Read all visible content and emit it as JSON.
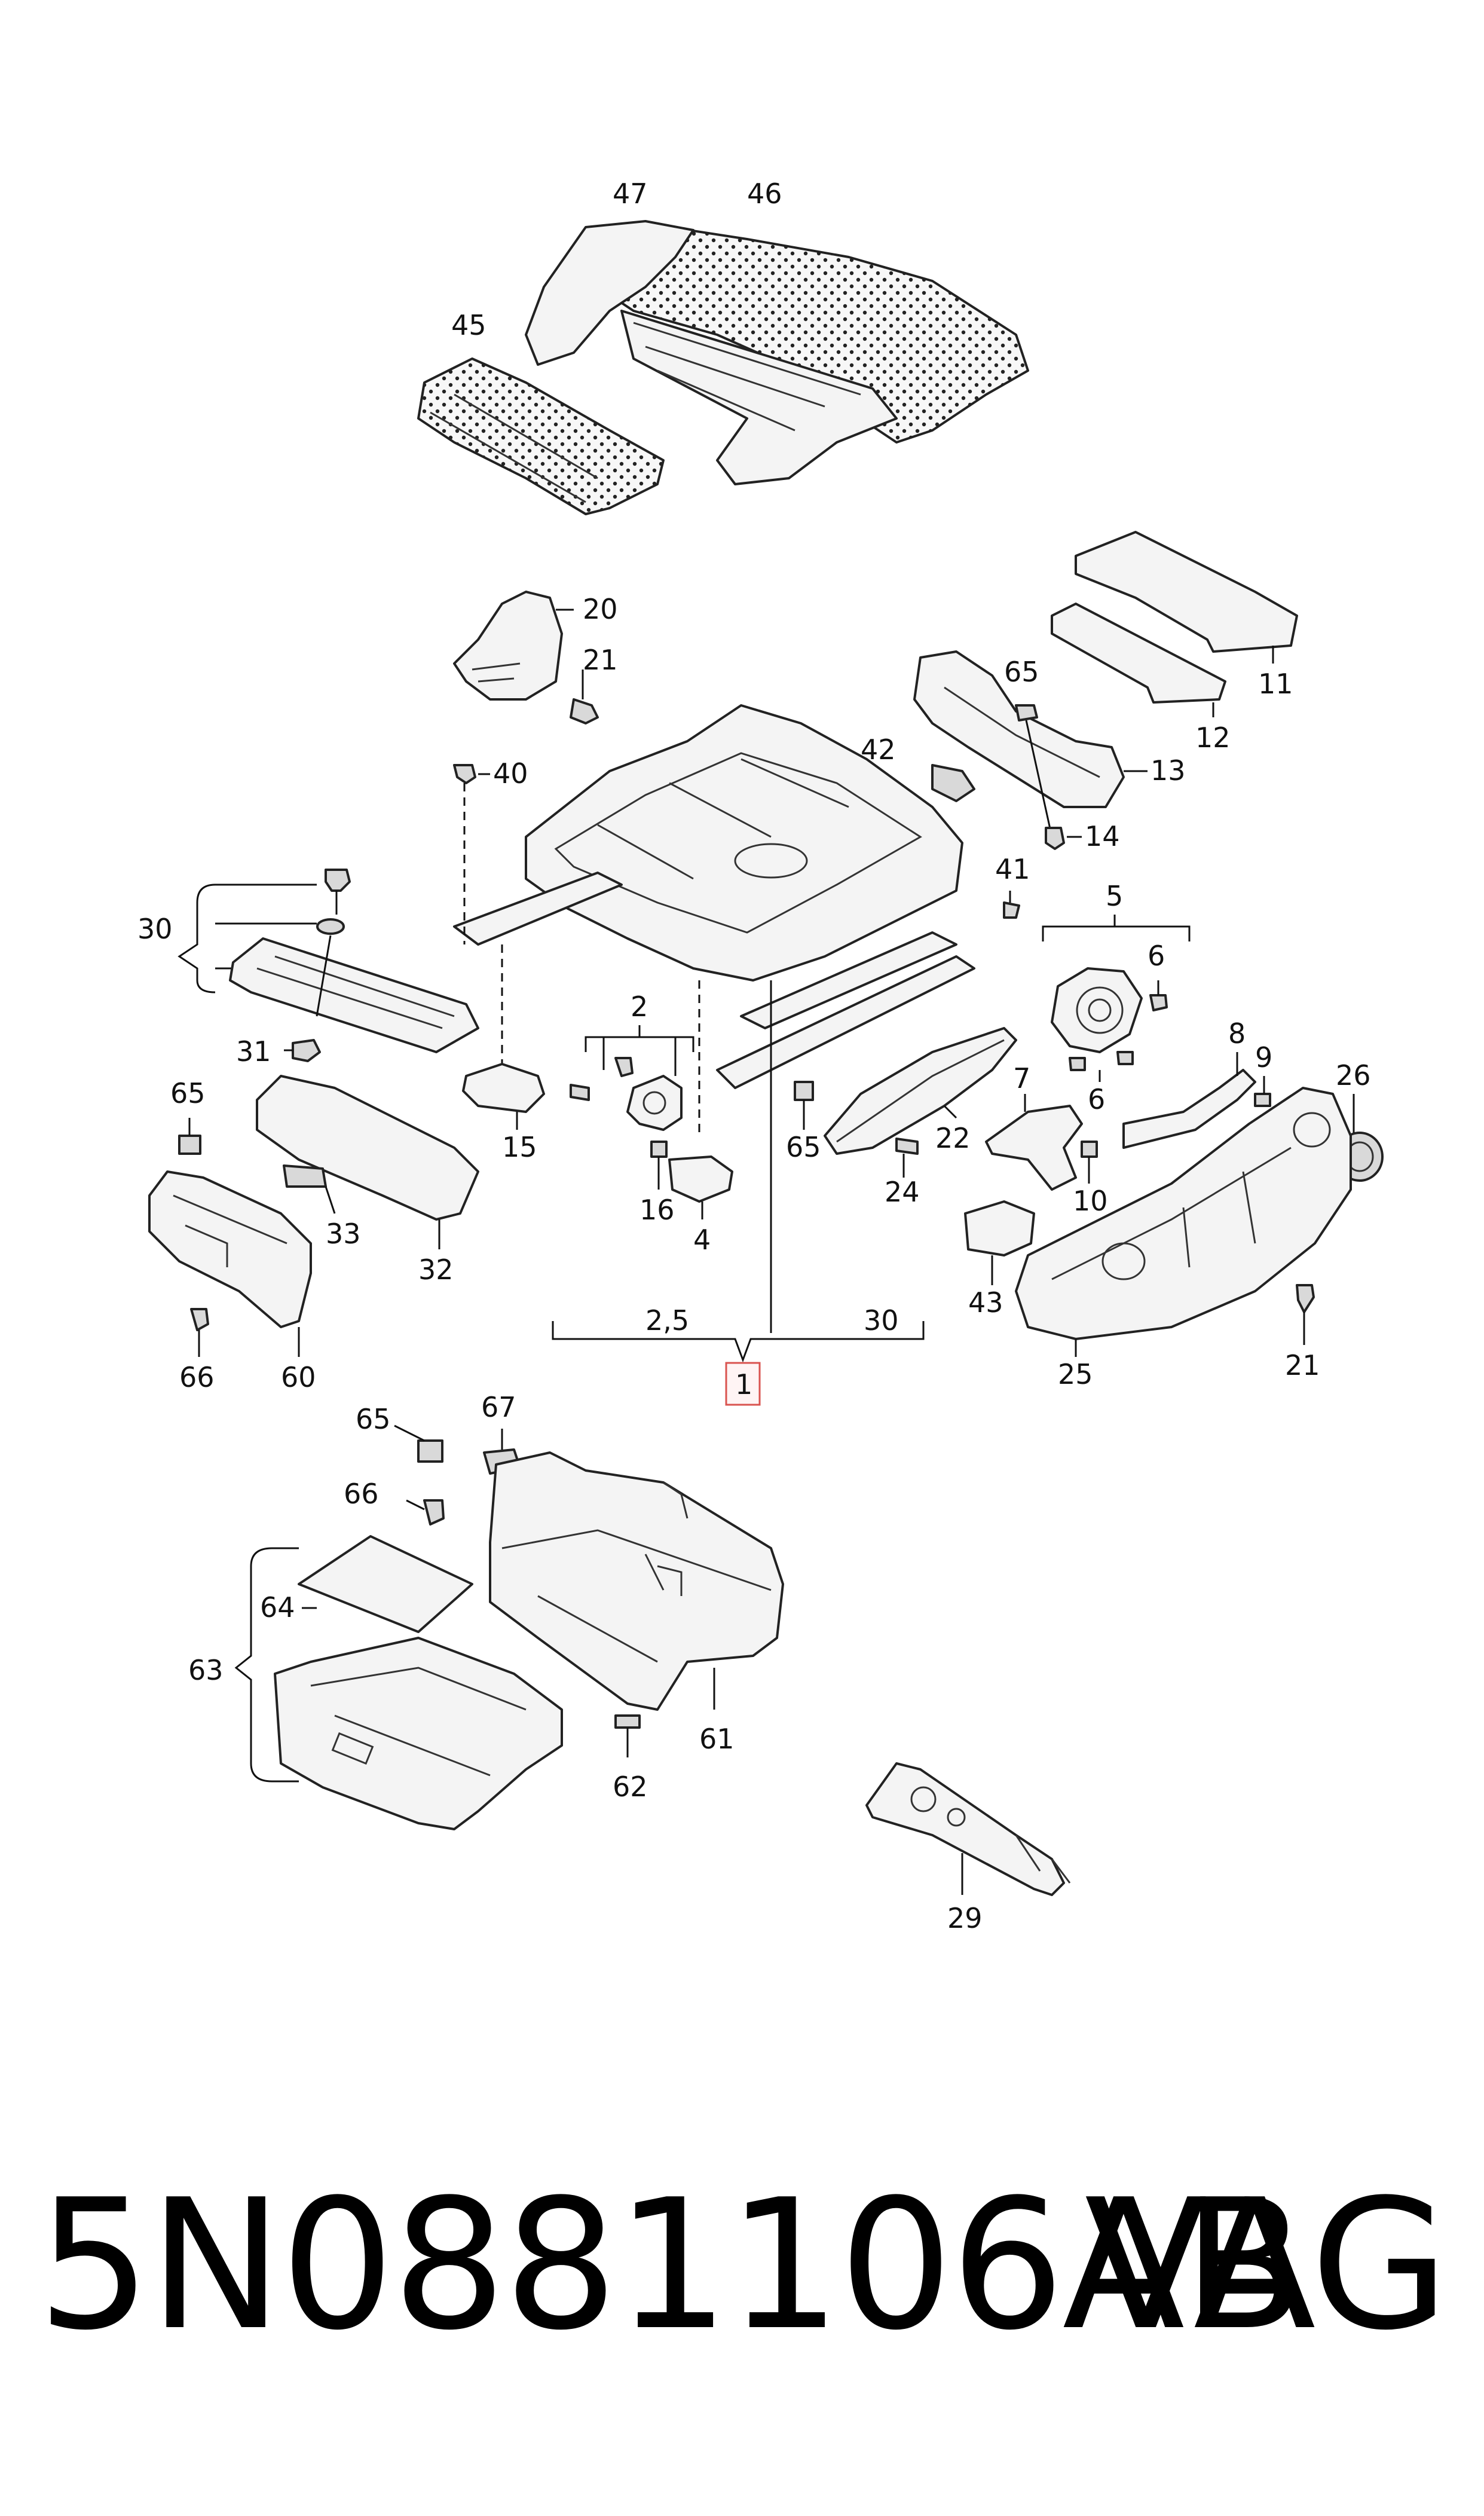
{
  "callouts": {
    "c47": "47",
    "c46": "46",
    "c45": "45",
    "c20": "20",
    "c21a": "21",
    "c40": "40",
    "c11": "11",
    "c12": "12",
    "c65a": "65",
    "c42": "42",
    "c13": "13",
    "c14": "14",
    "c41": "41",
    "c5": "5",
    "c6a": "6",
    "c6b": "6",
    "c30a": "30",
    "c31": "31",
    "c2": "2",
    "c15": "15",
    "c16": "16",
    "c4": "4",
    "c8": "8",
    "c9": "9",
    "c26": "26",
    "c7": "7",
    "c10": "10",
    "c65b": "65",
    "c22": "22",
    "c24": "24",
    "c65c": "65",
    "c33": "33",
    "c32": "32",
    "c60": "60",
    "c66a": "66",
    "c43": "43",
    "c25": "25",
    "c21b": "21",
    "c2_5": "2,5",
    "c30b": "30",
    "c1": "1",
    "c65d": "65",
    "c67": "67",
    "c66b": "66",
    "c64": "64",
    "c63": "63",
    "c61": "61",
    "c62": "62",
    "c29": "29"
  },
  "footer": {
    "part_number": "5N0881106AB",
    "brand": "VAG"
  },
  "colors": {
    "line": "#222222",
    "highlight": "#d9534f"
  }
}
